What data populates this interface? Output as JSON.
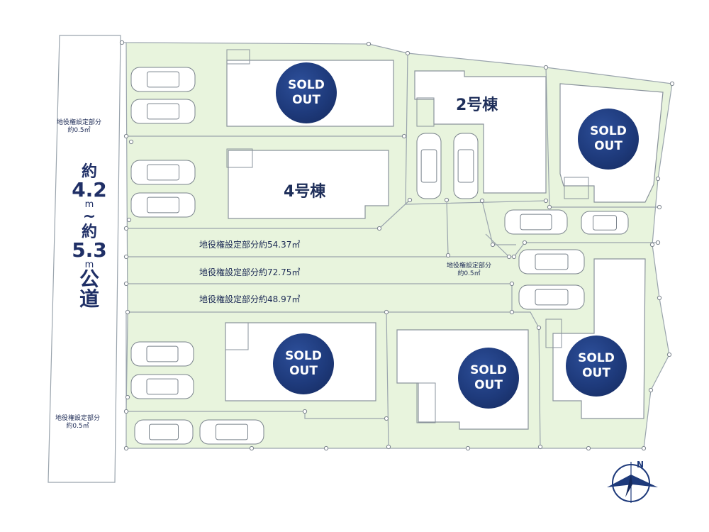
{
  "road": {
    "line1": "約",
    "width_min": "4.2",
    "unit1": "m",
    "tilde": "~",
    "line2": "約",
    "width_max": "5.3",
    "unit2": "m",
    "kind1": "公",
    "kind2": "道"
  },
  "easements": {
    "strip1": "地役権設定部分約54.37㎡",
    "strip2": "地役権設定部分約72.75㎡",
    "strip3": "地役権設定部分約48.97㎡",
    "small_left_top": [
      "地役権設定部分",
      "約0.5㎡"
    ],
    "small_left_bottom": [
      "地役権設定部分",
      "約0.5㎡"
    ],
    "small_right": [
      "地役権設定部分",
      "約0.5㎡"
    ]
  },
  "buildings": {
    "bldg2": "2号棟",
    "bldg4": "4号棟"
  },
  "sold_badge": [
    "SOLD",
    "OUT"
  ],
  "compass": {
    "north": "N"
  },
  "colors": {
    "lot": "#e8f4dd",
    "lot_border": "#9aa4ad",
    "road": "#ffffff",
    "building": "#ffffff",
    "sold": "#1e3a7b",
    "text": "#1c2a55"
  }
}
